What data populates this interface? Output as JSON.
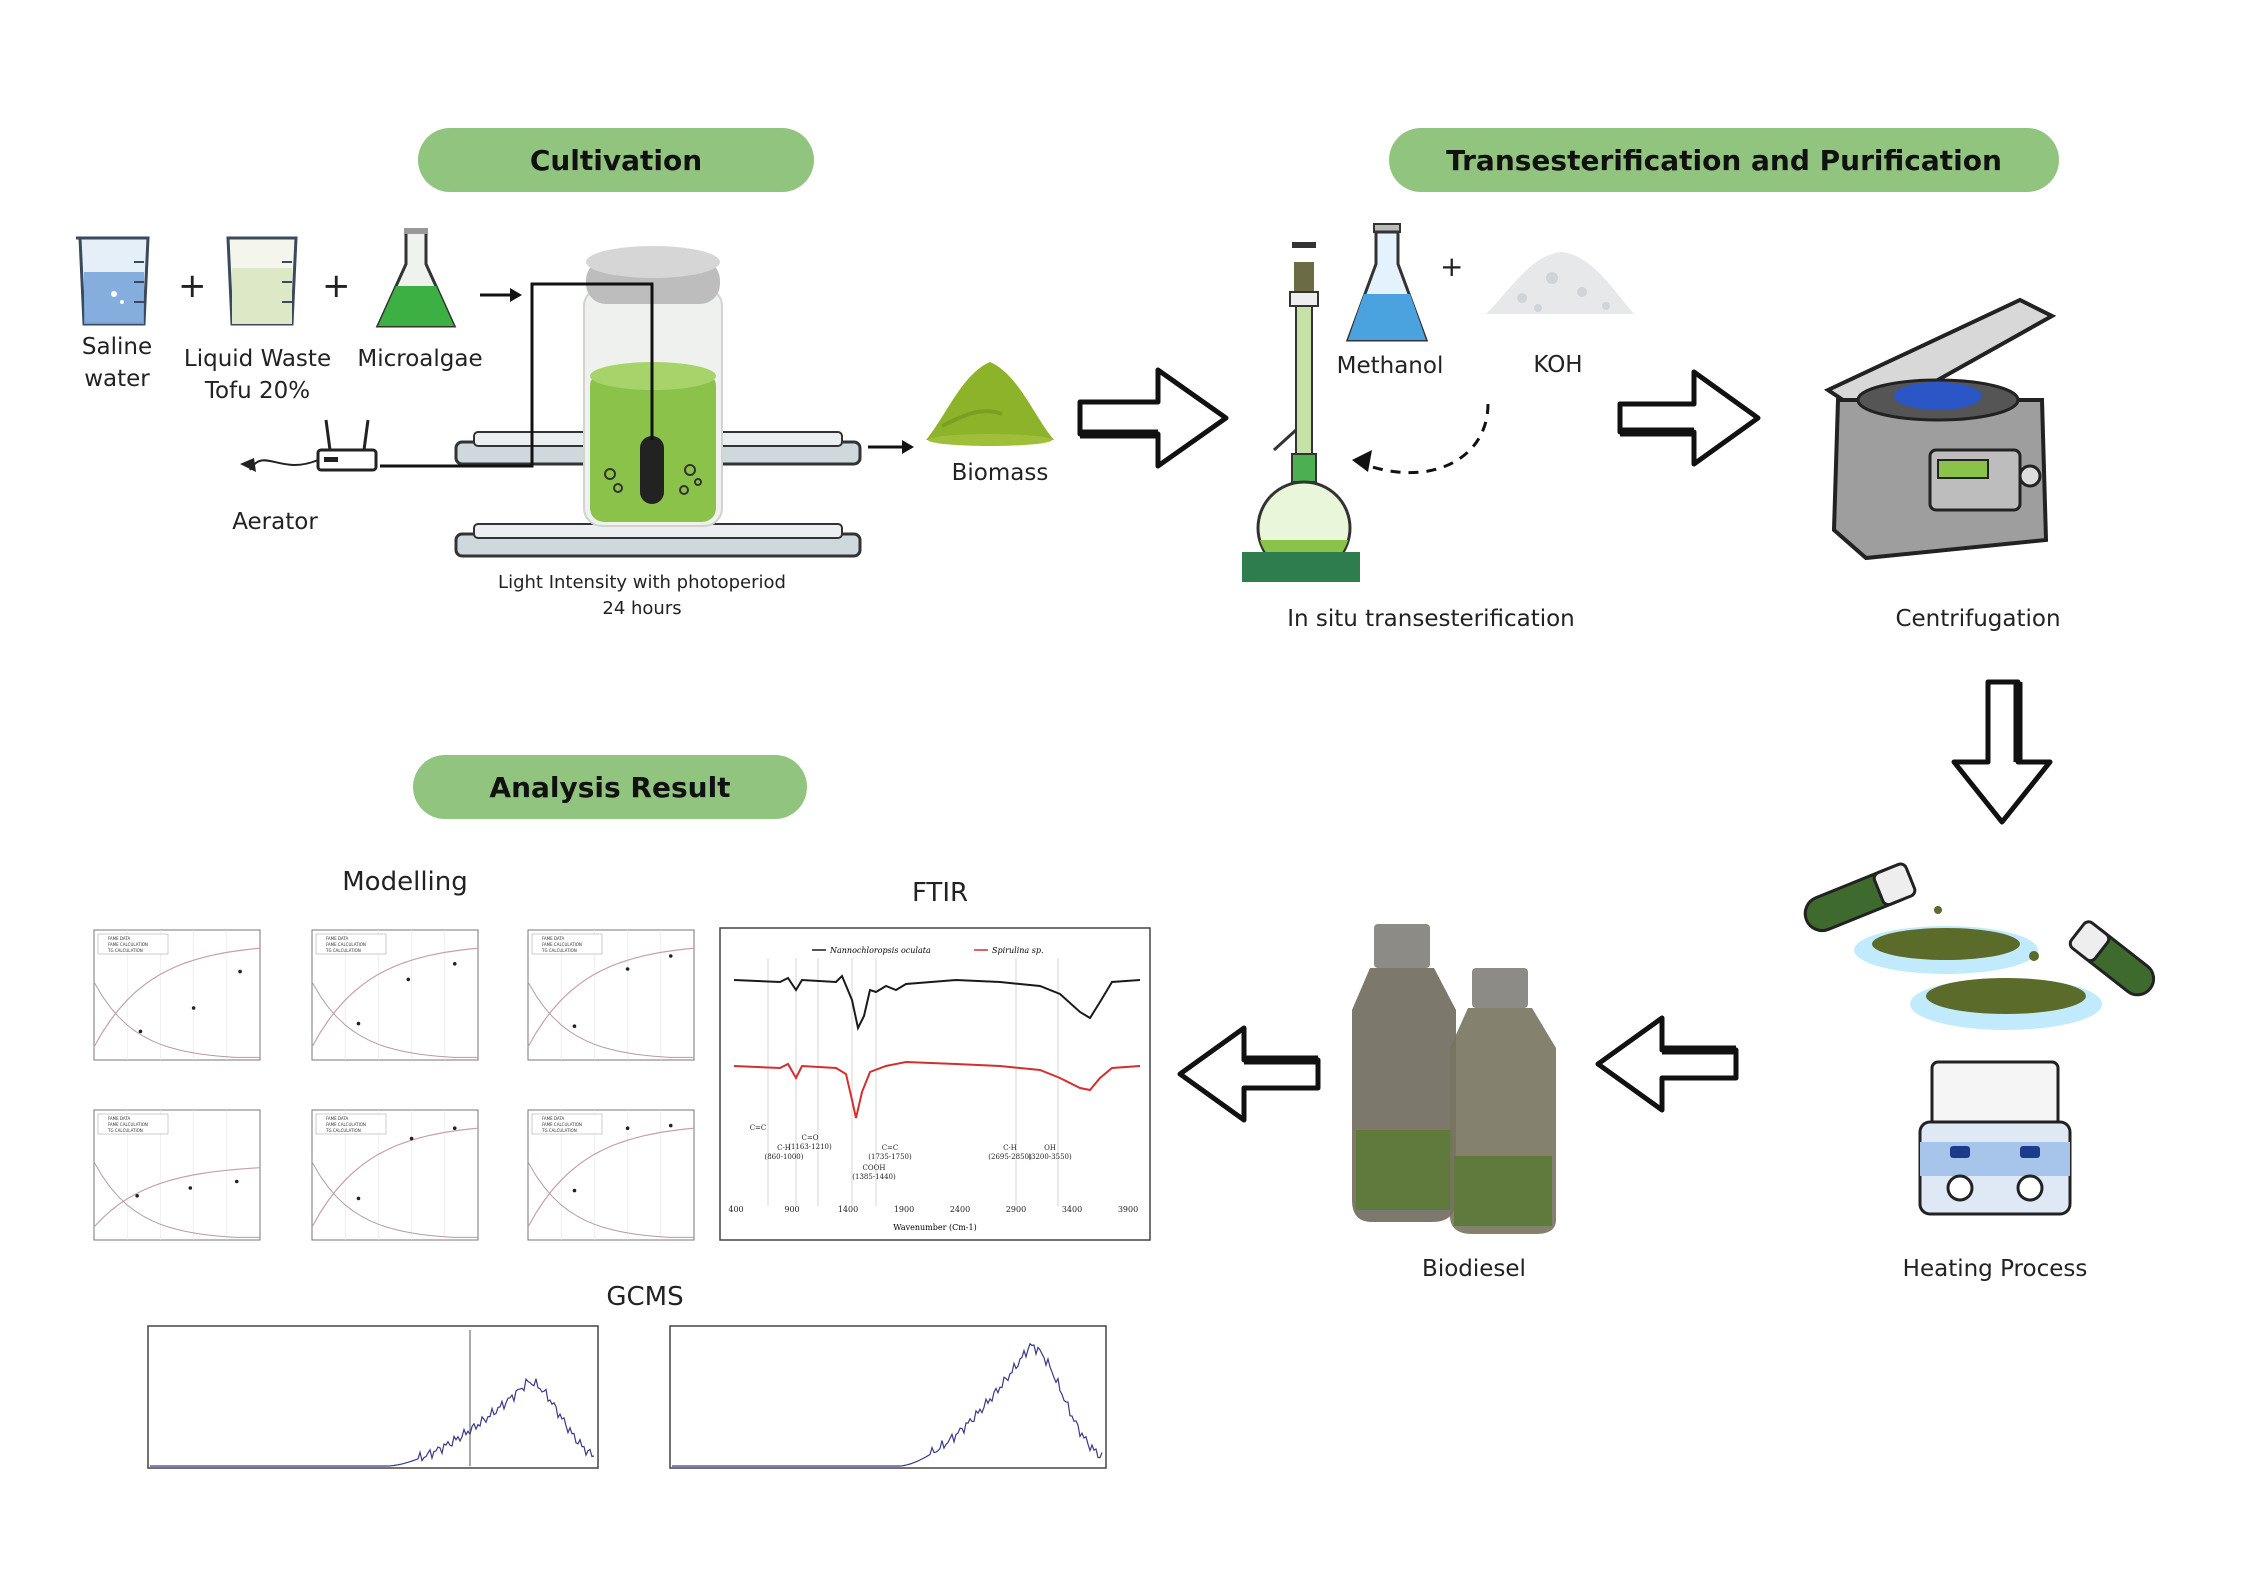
{
  "sections": {
    "cultivation": "Cultivation",
    "transesterification": "Transesterification and Purification",
    "analysis": "Analysis Result"
  },
  "cultivation": {
    "saline_water": [
      "Saline",
      "water"
    ],
    "liquid_waste": [
      "Liquid Waste",
      "Tofu 20%"
    ],
    "microalgae": "Microalgae",
    "aerator": "Aerator",
    "light": [
      "Light Intensity with photoperiod",
      "24 hours"
    ],
    "biomass": "Biomass",
    "plus": "+"
  },
  "transesterification": {
    "methanol": "Methanol",
    "koh": "KOH",
    "in_situ": "In situ transesterification",
    "centrifugation": "Centrifugation",
    "plus": "+"
  },
  "process": {
    "heating": "Heating Process",
    "biodiesel": "Biodiesel"
  },
  "analysis": {
    "modelling_title": "Modelling",
    "ftir_title": "FTIR",
    "gcms_title": "GCMS",
    "plot_legend": [
      "FAME DATA",
      "FAME CALCULATION",
      "TG CALCULATION"
    ],
    "ftir": {
      "legend": [
        "Nannochloropsis oculata",
        "Spirulina sp."
      ],
      "peaks": [
        {
          "name": "C=C",
          "range": ""
        },
        {
          "name": "C-H",
          "range": "(860-1000)"
        },
        {
          "name": "C=O",
          "range": "(1163-1210)"
        },
        {
          "name": "COOH",
          "range": "(1385-1440)"
        },
        {
          "name": "C=C",
          "range": "(1735-1750)"
        },
        {
          "name": "C-H",
          "range": "(2695-2850)"
        },
        {
          "name": "OH",
          "range": "(3200-3550)"
        }
      ],
      "x_ticks": [
        "400",
        "900",
        "1400",
        "1900",
        "2400",
        "2900",
        "3400",
        "3900"
      ],
      "xlabel": "Wavenumber (Cm-1)"
    }
  },
  "colors": {
    "pill": "#90c47f",
    "algae_green": "#8bc34a",
    "ftir_black": "#1a1a1a",
    "ftir_red": "#d32f2f",
    "model_pink": "#c9a0a8",
    "gcms_blue": "#3a3a8a"
  }
}
